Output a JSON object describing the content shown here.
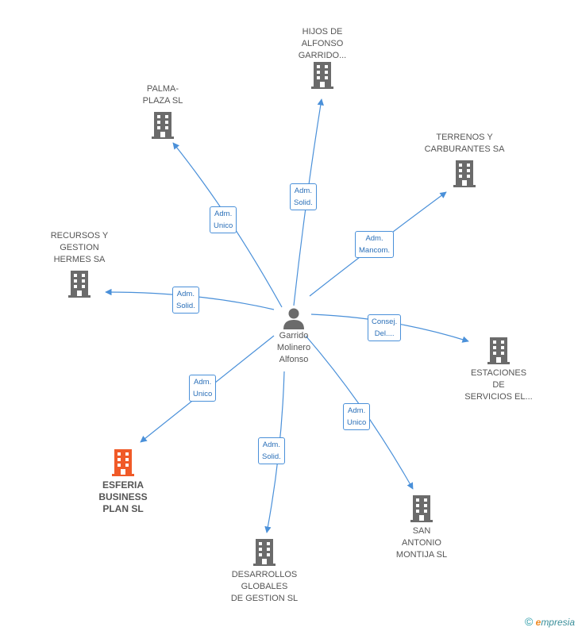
{
  "center": {
    "name": "Garrido\nMolinero\nAlfonso",
    "icon": "person-icon"
  },
  "nodes": [
    {
      "id": "hijos",
      "label": "HIJOS DE\nALFONSO\nGARRIDO...",
      "highlight": false
    },
    {
      "id": "palma",
      "label": "PALMA-\nPLAZA SL",
      "highlight": false
    },
    {
      "id": "terrenos",
      "label": "TERRENOS Y\nCARBURANTES SA",
      "highlight": false
    },
    {
      "id": "recursos",
      "label": "RECURSOS Y\nGESTION\nHERMES SA",
      "highlight": false
    },
    {
      "id": "estaciones",
      "label": "ESTACIONES\nDE\nSERVICIOS EL...",
      "highlight": false
    },
    {
      "id": "esferia",
      "label": "ESFERIA\nBUSINESS\nPLAN SL",
      "highlight": true
    },
    {
      "id": "san_antonio",
      "label": "SAN\nANTONIO\nMONTIJA SL",
      "highlight": false
    },
    {
      "id": "desarrollos",
      "label": "DESARROLLOS\nGLOBALES\nDE GESTION SL",
      "highlight": false
    }
  ],
  "edges": [
    {
      "to": "hijos",
      "label": "Adm.\nSolid."
    },
    {
      "to": "palma",
      "label": "Adm.\nUnico"
    },
    {
      "to": "terrenos",
      "label": "Adm.\nMancom."
    },
    {
      "to": "recursos",
      "label": "Adm.\nSolid."
    },
    {
      "to": "estaciones",
      "label": "Consej.\nDel...."
    },
    {
      "to": "esferia",
      "label": "Adm.\nUnico"
    },
    {
      "to": "san_antonio",
      "label": "Adm.\nUnico"
    },
    {
      "to": "desarrollos",
      "label": "Adm.\nSolid."
    }
  ],
  "colors": {
    "edge": "#4a90d9",
    "building": "#6b6b6b",
    "highlight": "#f05a28"
  },
  "footer": {
    "copyright": "©",
    "brand_initial": "e",
    "brand_rest": "mpresia"
  }
}
